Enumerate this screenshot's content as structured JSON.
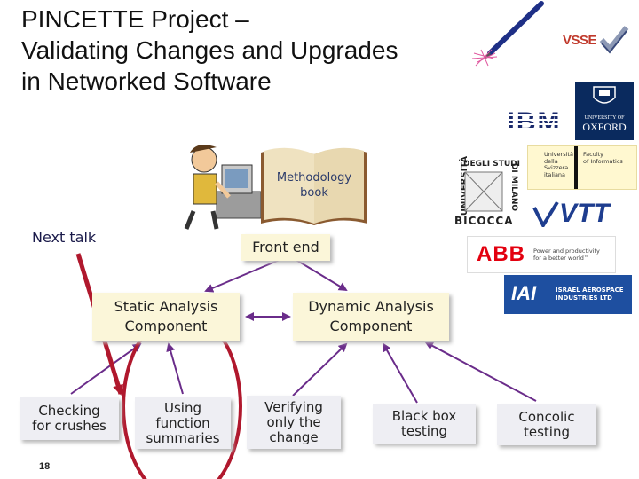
{
  "slide": {
    "title_lines": [
      "PINCETTE Project –",
      "Validating Changes and Upgrades",
      "in Networked Software"
    ],
    "page_number": "18"
  },
  "diagram": {
    "book_text": [
      "Methodology",
      "book"
    ],
    "next_talk": "Next talk",
    "front_end": "Front end",
    "static_analysis": [
      "Static Analysis",
      "Component"
    ],
    "dynamic_analysis": [
      "Dynamic Analysis",
      "Component"
    ],
    "leaves": {
      "checking": [
        "Checking",
        "for crushes"
      ],
      "using": [
        "Using",
        "function",
        "summaries"
      ],
      "verifying": [
        "Verifying",
        "only the",
        "change"
      ],
      "blackbox": [
        "Black box",
        "testing"
      ],
      "concolic": [
        "Concolic",
        "testing"
      ]
    },
    "colors": {
      "arrow": "#6a2c8a",
      "highlight": "#b0182d",
      "cream": "#fbf6d9",
      "grey": "#eeeef3"
    }
  },
  "logos": {
    "vsse": "VSSE",
    "ibm": "IBM",
    "oxford": [
      "UNIVERSITY OF",
      "OXFORD"
    ],
    "usi": [
      "Università",
      "della",
      "Svizzera",
      "italiana"
    ],
    "usi_fac": [
      "Faculty",
      "of Informatics"
    ],
    "bicocca_vertical_left": "UNIVERSITÀ",
    "bicocca_top": "DEGLI STUDI",
    "bicocca_vertical_right": "DI MILANO",
    "bicocca_bottom": "BICOCCA",
    "vtt": "VTT",
    "abb": "ABB",
    "abb_tag": [
      "Power and productivity",
      "for a better world™"
    ],
    "iai": "IAI",
    "iai_text": [
      "ISRAEL AEROSPACE",
      "INDUSTRIES LTD"
    ]
  }
}
